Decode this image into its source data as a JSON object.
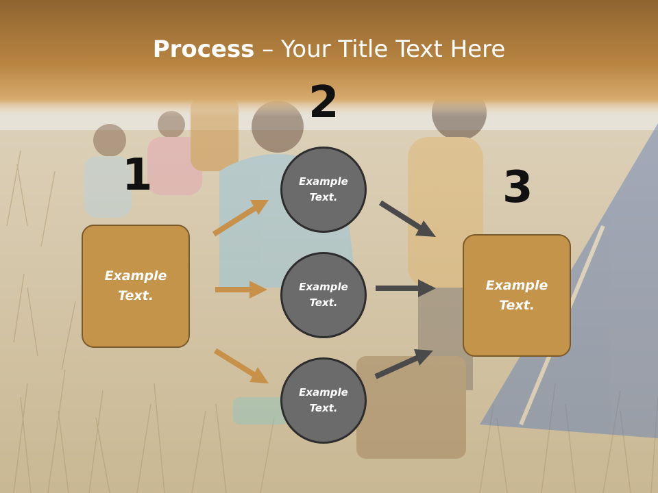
{
  "title": {
    "bold": "Process",
    "rest": " – Your Title Text Here"
  },
  "steps": [
    {
      "number": "1"
    },
    {
      "number": "2"
    },
    {
      "number": "3"
    }
  ],
  "left_box": {
    "text": "Example\nText."
  },
  "circles": [
    {
      "text": "Example\nText."
    },
    {
      "text": "Example\nText."
    },
    {
      "text": "Example\nText."
    }
  ],
  "right_box": {
    "text": "Example\nText."
  },
  "colors": {
    "header_brown": "#a9732f",
    "box_fill": "#c4944a",
    "box_border": "#7a5a2a",
    "arrow_orange": "#c8914a",
    "arrow_dark": "#4a4a4a",
    "circle_fill": "#6b6b6b",
    "circle_border": "#2d2d2d"
  }
}
